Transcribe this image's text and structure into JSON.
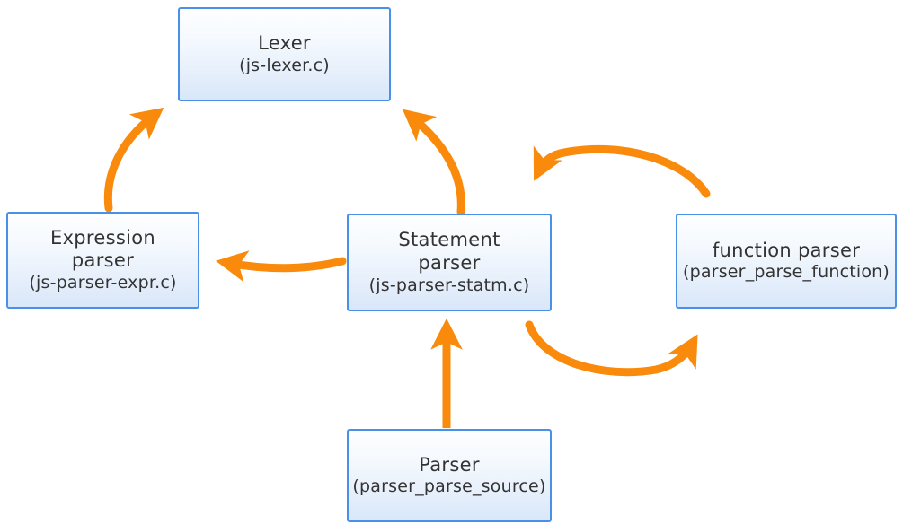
{
  "diagram": {
    "type": "flow-diagram",
    "background_color": "#ffffff",
    "node_border_color": "#4a90e8",
    "node_fill_top_color": "#fdfeff",
    "node_fill_bottom_color": "#d9e7fa",
    "node_text_color": "#333333",
    "arrow_color": "#f98a0b",
    "nodes": [
      {
        "id": "lexer",
        "title": "Lexer",
        "subtitle": "(js-lexer.c)"
      },
      {
        "id": "expression-parser",
        "title": "Expression",
        "title2": "parser",
        "subtitle": "(js-parser-expr.c)"
      },
      {
        "id": "statement-parser",
        "title": "Statement",
        "title2": "parser",
        "subtitle": "(js-parser-statm.c)"
      },
      {
        "id": "function-parser",
        "title": "function parser",
        "subtitle": "(parser_parse_function)"
      },
      {
        "id": "parser",
        "title": "Parser",
        "subtitle": "(parser_parse_source)"
      }
    ],
    "edges": [
      {
        "id": "expr-to-lexer",
        "from": "expression-parser",
        "to": "lexer",
        "style": "curved",
        "direction": "up-right"
      },
      {
        "id": "statm-to-lexer",
        "from": "statement-parser",
        "to": "lexer",
        "style": "curved",
        "direction": "up-left"
      },
      {
        "id": "statm-to-expr",
        "from": "statement-parser",
        "to": "expression-parser",
        "style": "curved",
        "direction": "left"
      },
      {
        "id": "func-to-statm",
        "from": "function-parser",
        "to": "statement-parser",
        "style": "arc-over",
        "direction": "left"
      },
      {
        "id": "statm-to-func",
        "from": "statement-parser",
        "to": "function-parser",
        "style": "arc-under",
        "direction": "right"
      },
      {
        "id": "parser-to-statm",
        "from": "parser",
        "to": "statement-parser",
        "style": "straight",
        "direction": "up"
      }
    ]
  }
}
